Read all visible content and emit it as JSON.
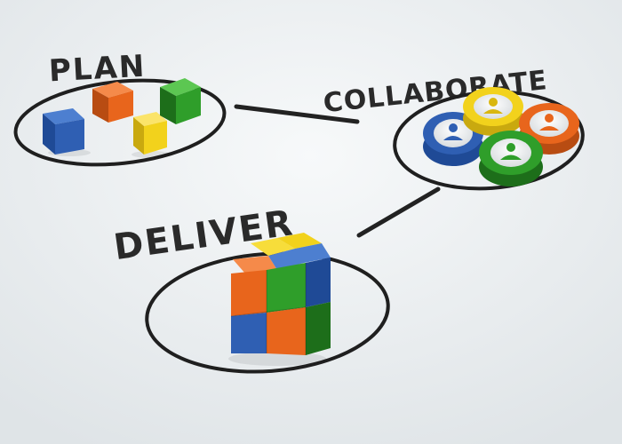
{
  "labels": {
    "plan": "PLAN",
    "collaborate": "COLLABORATE",
    "deliver": "DELIVER"
  },
  "colors": {
    "background": "#eef1f3",
    "ink": "#222222",
    "blue": "#2f5fb3",
    "orange": "#e8651c",
    "yellow": "#f2d21c",
    "green": "#2f9e2a"
  },
  "icons": {
    "plan_blocks": [
      "blue-block",
      "orange-block",
      "yellow-block",
      "green-block"
    ],
    "collaborate_tokens": [
      "blue-person-token",
      "yellow-person-token",
      "orange-person-token",
      "green-person-token"
    ],
    "deliver_cube": "assembled-color-cube"
  }
}
